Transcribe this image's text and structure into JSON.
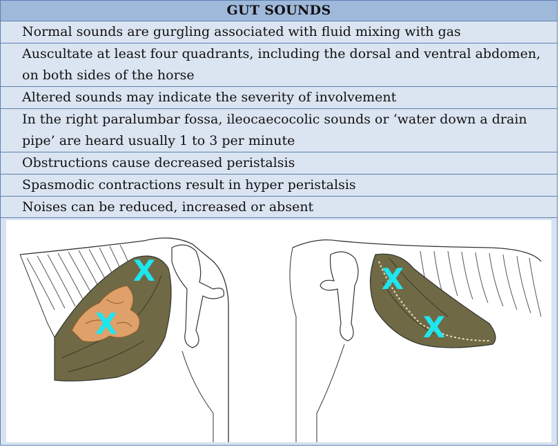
{
  "title": "GUT SOUNDS",
  "rows": [
    "Normal sounds are gurgling associated with fluid mixing with gas",
    "Auscultate at least four quadrants, including the dorsal and ventral abdomen, on both sides of the horse",
    "Altered sounds may indicate the severity of involvement",
    "In the right paralumbar fossa, ileocaecocolic sounds or ‘water down a drain pipe’ are heard usually 1 to 3 per minute",
    "Obstructions cause decreased peristalsis",
    "Spasmodic contractions result in hyper peristalsis",
    "Noises can be reduced, increased or absent"
  ],
  "markers": [
    "X",
    "X",
    "X",
    "X"
  ],
  "colors": {
    "header_bg": "#9fb9db",
    "row_bg": "#dbe5f1",
    "border": "#5a7fb0",
    "marker": "#1ee6ee",
    "viscera_dark": "#6f6a45",
    "small_intestine": "#e0a06a"
  }
}
